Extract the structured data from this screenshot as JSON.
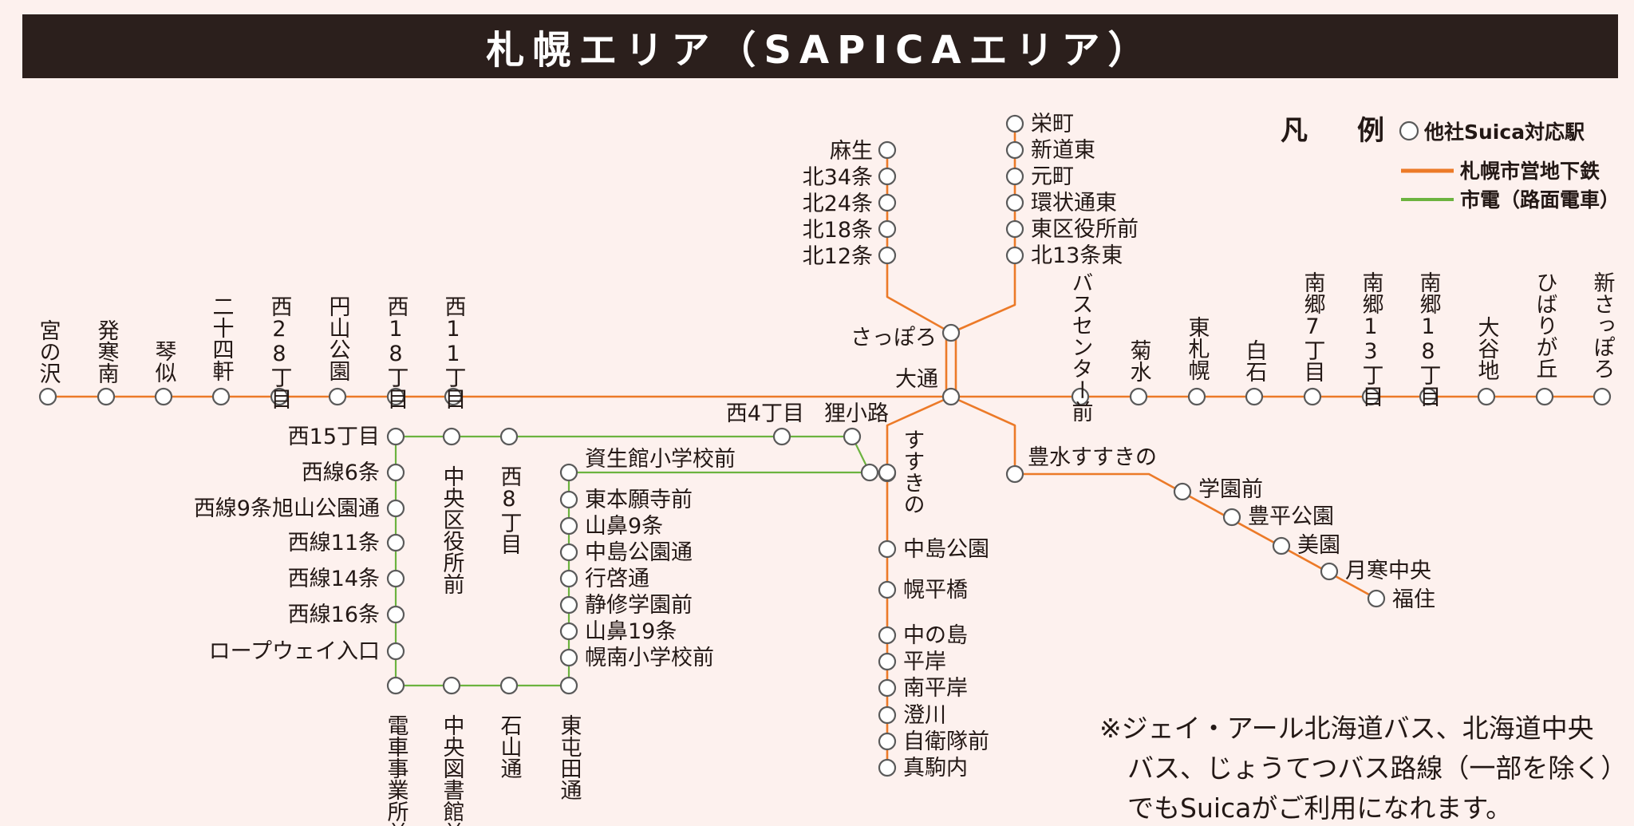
{
  "title": "札幌エリア（SAPICAエリア）",
  "colors": {
    "background": "#fdf1ee",
    "title_bg": "#2b1f1c",
    "subway": "#ec7a28",
    "tram": "#6cb33f",
    "station_stroke": "#5a5a5a"
  },
  "legend": {
    "heading": "凡　例",
    "station": "他社Suica対応駅",
    "subway": "札幌市営地下鉄",
    "tram": "市電（路面電車）"
  },
  "note": {
    "line1": "※ジェイ・アール北海道バス、北海道中央",
    "line2": "バス、じょうてつバス路線（一部を除く）",
    "line3": "でもSuicaがご利用になれます。"
  },
  "stations": {
    "miyanosawa": "宮の沢",
    "hassamu_minami": "発寒南",
    "kotoni": "琴似",
    "nijuyonken": "二十四軒",
    "nishi28": "西28丁目",
    "maruyama": "円山公園",
    "nishi18": "西18丁目",
    "nishi11": "西11丁目",
    "odori": "大通",
    "sapporo": "さっぽろ",
    "bus_center": "バスセンター前",
    "kikusui": "菊水",
    "higashi_sapporo": "東札幌",
    "shiroishi": "白石",
    "nango7": "南郷7丁目",
    "nango13": "南郷13丁目",
    "nango18": "南郷18丁目",
    "oyachi": "大谷地",
    "hibarigaoka": "ひばりが丘",
    "shin_sapporo": "新さっぽろ",
    "asabu": "麻生",
    "kita34": "北34条",
    "kita24": "北24条",
    "kita18": "北18条",
    "kita12": "北12条",
    "sakaemachi": "栄町",
    "shindo_higashi": "新道東",
    "motomachi": "元町",
    "kanjo_dori": "環状通東",
    "higashi_kuyakusho": "東区役所前",
    "kita13_higashi": "北13条東",
    "susukino": "すすきの",
    "nakajima_koen": "中島公園",
    "horohira_bashi": "幌平橋",
    "nakanoshima": "中の島",
    "hiragishi": "平岸",
    "minami_hiragishi": "南平岸",
    "sumikawa": "澄川",
    "jieitai_mae": "自衛隊前",
    "makomanai": "真駒内",
    "hosui_susukino": "豊水すすきの",
    "gakuen_mae": "学園前",
    "toyohira_koen": "豊平公園",
    "misono": "美園",
    "tsukisamu_chuo": "月寒中央",
    "fukuzumi": "福住",
    "nishi4": "西4丁目",
    "tanukikoji": "狸小路",
    "nishi15": "西15丁目",
    "chuo_kuyakusho": "中央区役所前",
    "nishi8": "西8丁目",
    "shiseikan": "資生館小学校前",
    "higashi_honganji": "東本願寺前",
    "yamahana9": "山鼻9条",
    "nakajima_koen_dori": "中島公園通",
    "gyokei_dori": "行啓通",
    "seishu_gakuen": "静修学園前",
    "yamahana19": "山鼻19条",
    "horonan": "幌南小学校前",
    "nishisen6": "西線6条",
    "nishisen9": "西線9条旭山公園通",
    "nishisen11": "西線11条",
    "nishisen14": "西線14条",
    "nishisen16": "西線16条",
    "ropeway": "ロープウェイ入口",
    "densha_jigyosho": "電車事業所前",
    "chuo_toshokan": "中央図書館前",
    "ishiyama_dori": "石山通",
    "higashi_tonden": "東屯田通"
  }
}
